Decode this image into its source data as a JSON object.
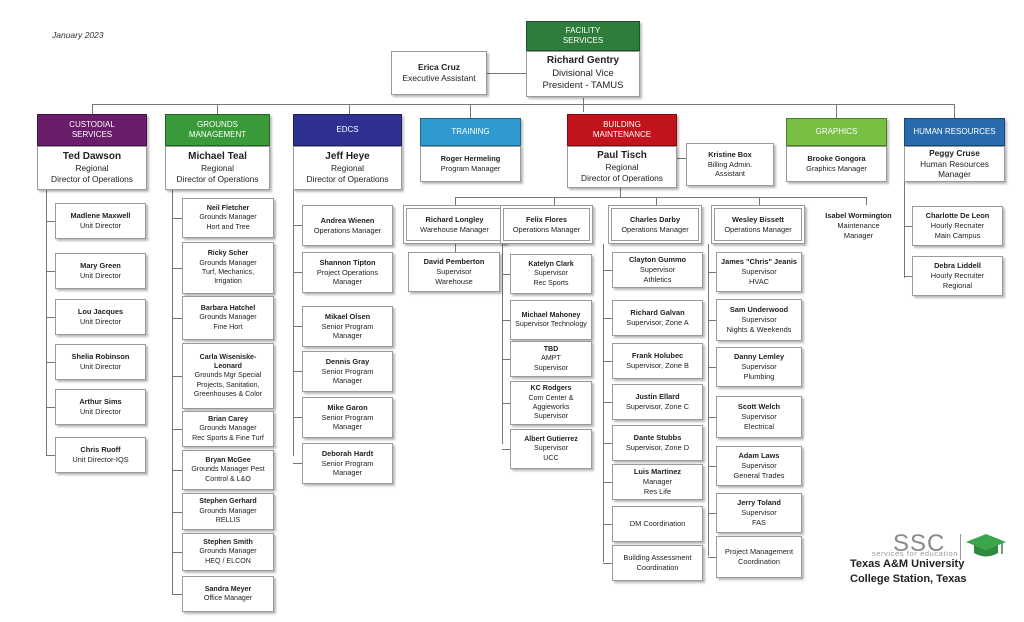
{
  "date": "January 2023",
  "colors": {
    "facility": "#2f7d3a",
    "custodial": "#6a1d6a",
    "grounds": "#3a9a3a",
    "edcs": "#2e3192",
    "training": "#2e9ad0",
    "building": "#c1131b",
    "graphics": "#77c043",
    "hr": "#2a6bb0",
    "connector": "#777777"
  },
  "top": {
    "header": "FACILITY\nSERVICES",
    "name": "Richard Gentry",
    "title": "Divisional Vice\nPresident - TAMUS"
  },
  "assistant": {
    "name": "Erica Cruz",
    "title": "Executive Assistant"
  },
  "departments": {
    "custodial": {
      "header": "CUSTODIAL\nSERVICES",
      "lead": {
        "name": "Ted Dawson",
        "title": "Regional\nDirector of Operations"
      },
      "staff": [
        {
          "name": "Madlene Maxwell",
          "title": "Unit Director"
        },
        {
          "name": "Mary Green",
          "title": "Unit Director"
        },
        {
          "name": "Lou Jacques",
          "title": "Unit Director"
        },
        {
          "name": "Shelia Robinson",
          "title": "Unit Director"
        },
        {
          "name": "Arthur Sims",
          "title": "Unit Director"
        },
        {
          "name": "Chris Ruoff",
          "title": "Unit Director-IQS"
        }
      ]
    },
    "grounds": {
      "header": "GROUNDS\nMANAGEMENT",
      "lead": {
        "name": "Michael Teal",
        "title": "Regional\nDirector of Operations"
      },
      "staff": [
        {
          "name": "Neil Fletcher",
          "title": "Grounds Manager\nHort and Tree"
        },
        {
          "name": "Ricky Scher",
          "title": "Grounds Manager\nTurf, Mechanics,\nIrrigation"
        },
        {
          "name": "Barbara Hatchel",
          "title": "Grounds Manager\nFine Hort"
        },
        {
          "name": "Carla Wiseniske-\nLeonard",
          "title": "Grounds Mgr Special\nProjects, Sanitation,\nGreenhouses & Color"
        },
        {
          "name": "Brian Carey",
          "title": "Grounds Manager\nRec Sports & Fine Turf"
        },
        {
          "name": "Bryan McGee",
          "title": "Grounds Manager Pest\nControl & L&O"
        },
        {
          "name": "Stephen Gerhard",
          "title": "Grounds Manager\nRELLIS"
        },
        {
          "name": "Stephen Smith",
          "title": "Grounds Manager\nHEQ / ELCON"
        },
        {
          "name": "Sandra Meyer",
          "title": "Office Manager"
        }
      ]
    },
    "edcs": {
      "header": "EDCS",
      "lead": {
        "name": "Jeff Heye",
        "title": "Regional\nDirector of Operations"
      },
      "staff": [
        {
          "name": "Andrea Wienen",
          "title": "Operations Manager"
        },
        {
          "name": "Shannon Tipton",
          "title": "Project Operations\nManager"
        },
        {
          "name": "Mikael Olsen",
          "title": "Senior Program\nManager"
        },
        {
          "name": "Dennis Gray",
          "title": "Senior Program\nManager"
        },
        {
          "name": "Mike Garon",
          "title": "Senior Program\nManager"
        },
        {
          "name": "Deborah Hardt",
          "title": "Senior Program\nManager"
        }
      ]
    },
    "training": {
      "header": "TRAINING",
      "lead": {
        "name": "Roger Hermeling",
        "title": "Program Manager"
      }
    },
    "building": {
      "header": "BUILDING\nMAINTENANCE",
      "lead": {
        "name": "Paul Tisch",
        "title": "Regional\nDirector of Operations"
      },
      "assistant": {
        "name": "Kristine Box",
        "title": "Billing Admin.\nAssistant"
      },
      "groups": [
        {
          "manager": {
            "name": "Richard Longley",
            "title": "Warehouse Manager"
          },
          "staff": [
            {
              "name": "David Pemberton",
              "title": "Supervisor\nWarehouse"
            }
          ]
        },
        {
          "manager": {
            "name": "Felix Flores",
            "title": "Operations Manager"
          },
          "staff": [
            {
              "name": "Katelyn Clark",
              "title": "Supervisor\nRec Sports"
            },
            {
              "name": "Michael Mahoney",
              "title": "Supervisor Technology"
            },
            {
              "name": "TBD",
              "title": "AMPT\nSupervisor"
            },
            {
              "name": "KC Rodgers",
              "title": "Com Center &\nAggieworks\nSupervisor"
            },
            {
              "name": "Albert Gutierrez",
              "title": "Supervisor\nUCC"
            }
          ]
        },
        {
          "manager": {
            "name": "Charles Darby",
            "title": "Operations Manager"
          },
          "staff": [
            {
              "name": "Clayton Gummo",
              "title": "Supervisor\nAthletics"
            },
            {
              "name": "Richard Galvan",
              "title": "Supervisor, Zone A"
            },
            {
              "name": "Frank Holubec",
              "title": "Supervisor, Zone B"
            },
            {
              "name": "Justin Ellard",
              "title": "Supervisor, Zone C"
            },
            {
              "name": "Dante Stubbs",
              "title": "Supervisor, Zone D"
            },
            {
              "name": "Luis Martinez",
              "title": "Manager\nRes Life"
            },
            {
              "name": "",
              "title": "DM Coordination"
            },
            {
              "name": "",
              "title": "Building Assessment\nCoordination"
            }
          ]
        },
        {
          "manager": {
            "name": "Wesley Bissett",
            "title": "Operations Manager"
          },
          "staff": [
            {
              "name": "James \"Chris\" Jeanis",
              "title": "Supervisor\nHVAC"
            },
            {
              "name": "Sam Underwood",
              "title": "Supervisor\nNights & Weekends"
            },
            {
              "name": "Danny Lemley",
              "title": "Supervisor\nPlumbing"
            },
            {
              "name": "Scott Welch",
              "title": "Supervisor\nElectrical"
            },
            {
              "name": "Adam Laws",
              "title": "Supervisor\nGeneral Trades"
            },
            {
              "name": "Jerry Toland",
              "title": "Supervisor\nFAS"
            },
            {
              "name": "",
              "title": "Project Management\nCoordination"
            }
          ]
        }
      ],
      "maintenance_manager": {
        "name": "Isabel Wormington",
        "title": "Maintenance\nManager"
      }
    },
    "graphics": {
      "header": "GRAPHICS",
      "lead": {
        "name": "Brooke Gongora",
        "title": "Graphics Manager"
      }
    },
    "hr": {
      "header": "HUMAN RESOURCES",
      "lead": {
        "name": "Peggy Cruse",
        "title": "Human Resources\nManager"
      },
      "staff": [
        {
          "name": "Charlotte De Leon",
          "title": "Hourly Recruiter\nMain Campus"
        },
        {
          "name": "Debra Liddell",
          "title": "Hourly Recruiter\nRegional"
        }
      ]
    }
  },
  "footer": {
    "logo_text": "SSC",
    "tagline": "services for education",
    "university": "Texas A&M University",
    "location": "College Station, Texas"
  }
}
